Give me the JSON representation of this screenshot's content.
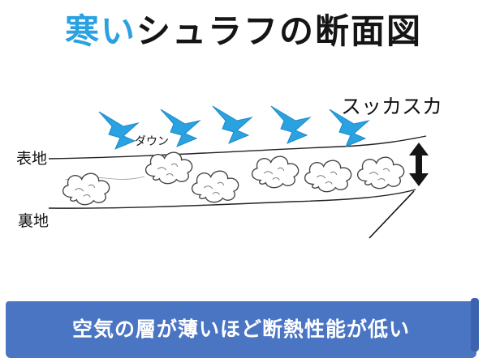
{
  "title": {
    "accent": "寒い",
    "rest": "シュラフの断面図"
  },
  "labels": {
    "down": "ダウン",
    "outer_fabric": "表地",
    "inner_fabric": "裏地",
    "thin": "スッカスカ"
  },
  "banner": {
    "text": "空気の層が薄いほど断熱性能が低い"
  },
  "colors": {
    "accent": "#2aa1e0",
    "arrow": "#2aa1e0",
    "banner": "#4a75c3"
  },
  "icons": [
    "cold-air-arrow-icon",
    "down-cluster-icon",
    "thickness-double-arrow-icon"
  ]
}
